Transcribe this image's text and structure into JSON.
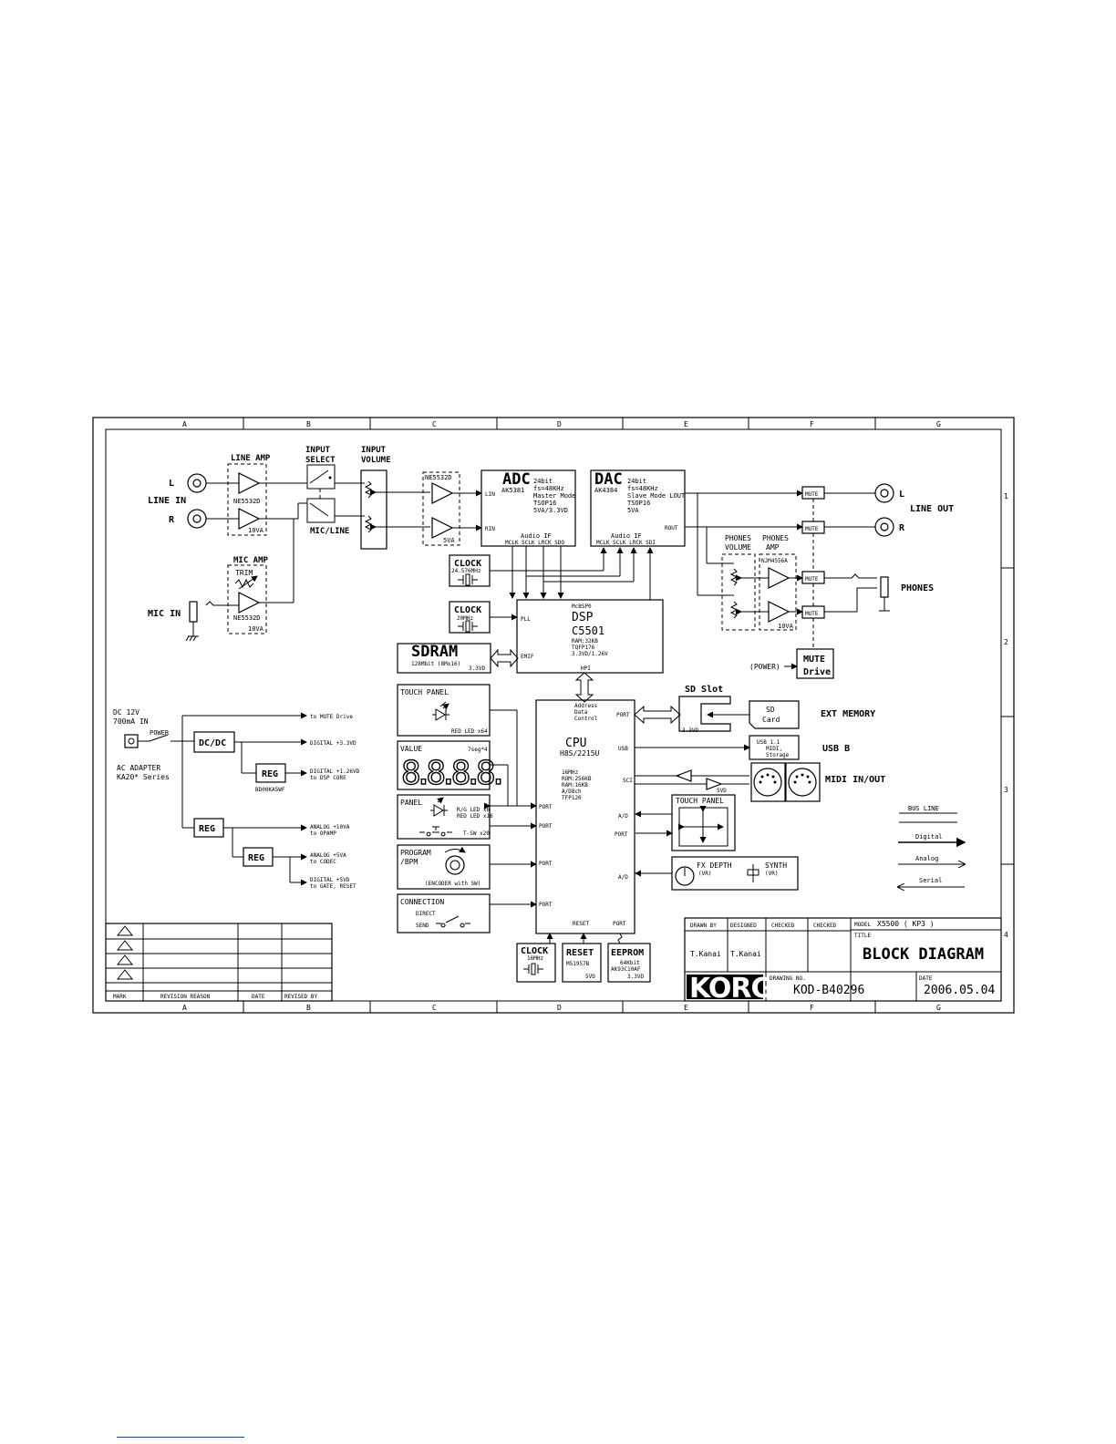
{
  "columns": [
    "A",
    "B",
    "C",
    "D",
    "E",
    "F",
    "G"
  ],
  "rows": [
    "1",
    "2",
    "3",
    "4"
  ],
  "input": {
    "line_amp": "LINE AMP",
    "input_select": [
      "INPUT",
      "SELECT"
    ],
    "input_volume": [
      "INPUT",
      "VOLUME"
    ],
    "l": "L",
    "r": "R",
    "line_in": "LINE IN",
    "ne5532d": "NE5532D",
    "v10va": "10VA",
    "mic_line": "MIC/LINE",
    "mic_amp": "MIC AMP",
    "trim": "TRIM",
    "mic_in": "MIC IN",
    "ne5532d_b": "NE5532D",
    "v5va": "5VA"
  },
  "adc": {
    "title": "ADC",
    "part": "AK5381",
    "spec": [
      "24bit",
      "fs=48KHz",
      "Master Mode",
      "TSOP16",
      "5VA/3.3VD"
    ],
    "lin": "LIN",
    "rin": "RIN",
    "audio_if": "Audio IF",
    "pins": "MCLK SCLK LRCK SDO"
  },
  "dac": {
    "title": "DAC",
    "part": "AK4384",
    "spec": [
      "24bit",
      "fs=48KHz",
      "Slave Mode LOUT",
      "TSOP16",
      "5VA"
    ],
    "rout": "ROUT",
    "audio_if": "Audio IF",
    "pins": "MCLK SCLK LRCK SDI"
  },
  "clock1": {
    "title": "CLOCK",
    "freq": "24.576MHz"
  },
  "clock2": {
    "title": "CLOCK",
    "freq": "20MHz"
  },
  "clock3": {
    "title": "CLOCK",
    "freq": "16MHz"
  },
  "dsp": {
    "part": "McBSP0",
    "title": "DSP",
    "chip": "C5501",
    "spec": [
      "RAM:32KB",
      "TQFP176",
      "3.3VD/1.26V"
    ],
    "pll": "PLL",
    "emif": "EMIF",
    "hpi": "HPI"
  },
  "sdram": {
    "title": "SDRAM",
    "spec": "128Mbit (8Mx16)",
    "v": "3.3VD"
  },
  "output": {
    "mute": "MUTE",
    "l": "L",
    "r": "R",
    "line_out": "LINE OUT",
    "phones_volume": [
      "PHONES",
      "VOLUME"
    ],
    "phones_amp": [
      "PHONES",
      "AMP"
    ],
    "njm": "NJM4556A",
    "v10va": "10VA",
    "phones": "PHONES",
    "power": "(POWER)",
    "mute_drive": [
      "MUTE",
      "Drive"
    ]
  },
  "power": {
    "dc": [
      "DC 12V",
      "700mA IN"
    ],
    "power_sw": "POWER",
    "ac": [
      "AC ADAPTER",
      "KA20* Series"
    ],
    "dcdc": "DC/DC",
    "reg": "REG",
    "reg_part": "BD00KA5WF",
    "to_mute": "to MUTE Drive",
    "digital_33": "DIGITAL +3.3VD",
    "digital_126": [
      "DIGITAL +1.26VD",
      "to DSP CORE"
    ],
    "analog_10": [
      "ANALOG +10VA",
      "to OPAMP"
    ],
    "analog_5": [
      "ANALOG +5VA",
      "to CODEC"
    ],
    "digital_5": [
      "DIGITAL +5VD",
      "to GATE,   RESET"
    ]
  },
  "panels": {
    "touch_panel": "TOUCH PANEL",
    "red_led": "RED LED x64",
    "value": "VALUE",
    "seg": "7seg*4",
    "digits": "8.8.8.8.",
    "panel": "PANEL",
    "rg_led": [
      "R/G LED x6",
      "RED LED x16"
    ],
    "tsw": "T-SW x20",
    "program": [
      "PROGRAM",
      "/BPM"
    ],
    "encoder": "(ENCODER with SW)",
    "connection": "CONNECTION",
    "direct": "DIRECT",
    "send": "SEND"
  },
  "cpu": {
    "title": "CPU",
    "chip": "H8S/2215U",
    "spec": [
      "16MHz",
      "ROM:256KB",
      "RAM:16KB",
      "A/D8ch",
      "TFP120"
    ],
    "addr": [
      "Address",
      "Data",
      "Control"
    ],
    "port": "PORT",
    "usb": "USB",
    "sci": "SCI",
    "ad": "A/D",
    "reset": "RESET"
  },
  "right": {
    "sd_slot": "SD Slot",
    "v33": "3.3VD",
    "sd_card": [
      "SD",
      "Card"
    ],
    "ext_memory": "EXT MEMORY",
    "usb": [
      "USB 1.1",
      "MIDI,",
      "Storage"
    ],
    "usb_b": "USB B",
    "v5vd": "5VD",
    "midi": "MIDI IN/OUT",
    "touch_panel": "TOUCH PANEL",
    "fx_depth": "FX DEPTH",
    "vr1": "(VR)",
    "synth": "SYNTH",
    "vr2": "(VR)"
  },
  "reset_box": {
    "title": "RESET",
    "part": "M51957B",
    "v": "5VD"
  },
  "eeprom": {
    "title": "EEPROM",
    "spec": [
      "64Kbit",
      "AK93C10AF"
    ],
    "v": "3.3VD"
  },
  "legend": {
    "title": "BUS LINE",
    "digital": "Digital",
    "analog": "Analog",
    "serial": "Serial"
  },
  "revision": {
    "mark": "MARK",
    "reason": "REVISION REASON",
    "date": "DATE",
    "by": "REVISED BY"
  },
  "title_block": {
    "drawn_by": "DRAWN BY",
    "designed": "DESIGNED",
    "checked": "CHECKED",
    "checked2": "CHECKED",
    "model_label": "MODEL",
    "model": "X5500 ( KP3 )",
    "title_label": "TITLE",
    "title": "BLOCK DIAGRAM",
    "drawn_name": "T.Kanai",
    "designed_name": "T.Kanai",
    "brand": "KORG",
    "drawing_label": "DRAWING NO.",
    "drawing_no": "KOD-B40296",
    "date_label": "DATE",
    "date": "2006.05.04"
  }
}
